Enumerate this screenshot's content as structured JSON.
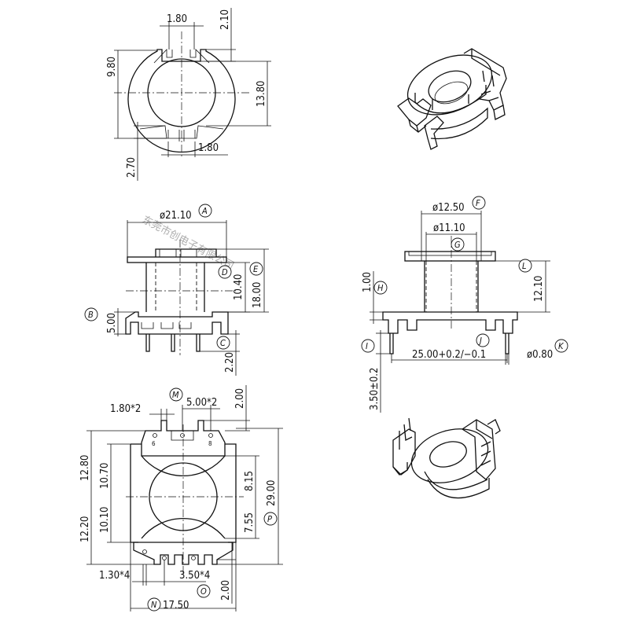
{
  "watermark": "东莞市创电子有限公司",
  "top_view": {
    "dims": {
      "top_slot": "1.80",
      "top_depth": "2.10",
      "left_inner": "9.80",
      "right_outer": "13.80",
      "bottom_slot": "1.80",
      "bottom_depth": "2.70"
    }
  },
  "front_view": {
    "dims": {
      "A": "ø21.10",
      "D": "10.40",
      "E": "18.00",
      "B": "5.00",
      "C": "2.20"
    },
    "bubbles": {
      "A": "A",
      "B": "B",
      "C": "C",
      "D": "D",
      "E": "E"
    }
  },
  "side_view": {
    "dims": {
      "F": "ø12.50",
      "G": "ø11.10",
      "H": "1.00",
      "L": "12.10",
      "J": "25.00+0.2/−0.1",
      "K": "ø0.80",
      "I": "3.50±0.2"
    },
    "bubbles": {
      "F": "F",
      "G": "G",
      "H": "H",
      "I": "I",
      "J": "J",
      "K": "K",
      "L": "L"
    }
  },
  "bottom_view": {
    "dims": {
      "top_pin_width": "1.80*2",
      "M": "5.00*2",
      "top_ext": "2.00",
      "l_upper_outer": "12.80",
      "l_upper_inner": "10.70",
      "r_upper": "8.15",
      "P": "29.00",
      "l_lower_outer": "12.20",
      "l_lower_inner": "10.10",
      "r_lower": "7.55",
      "bot_pin_width": "1.30*4",
      "O": "3.50*4",
      "bot_ext": "2.00",
      "N": "17.50"
    },
    "bubbles": {
      "M": "M",
      "N": "N",
      "O": "O",
      "P": "P"
    },
    "pin_numbers": {
      "top_left": "6",
      "top_right": "8"
    }
  }
}
